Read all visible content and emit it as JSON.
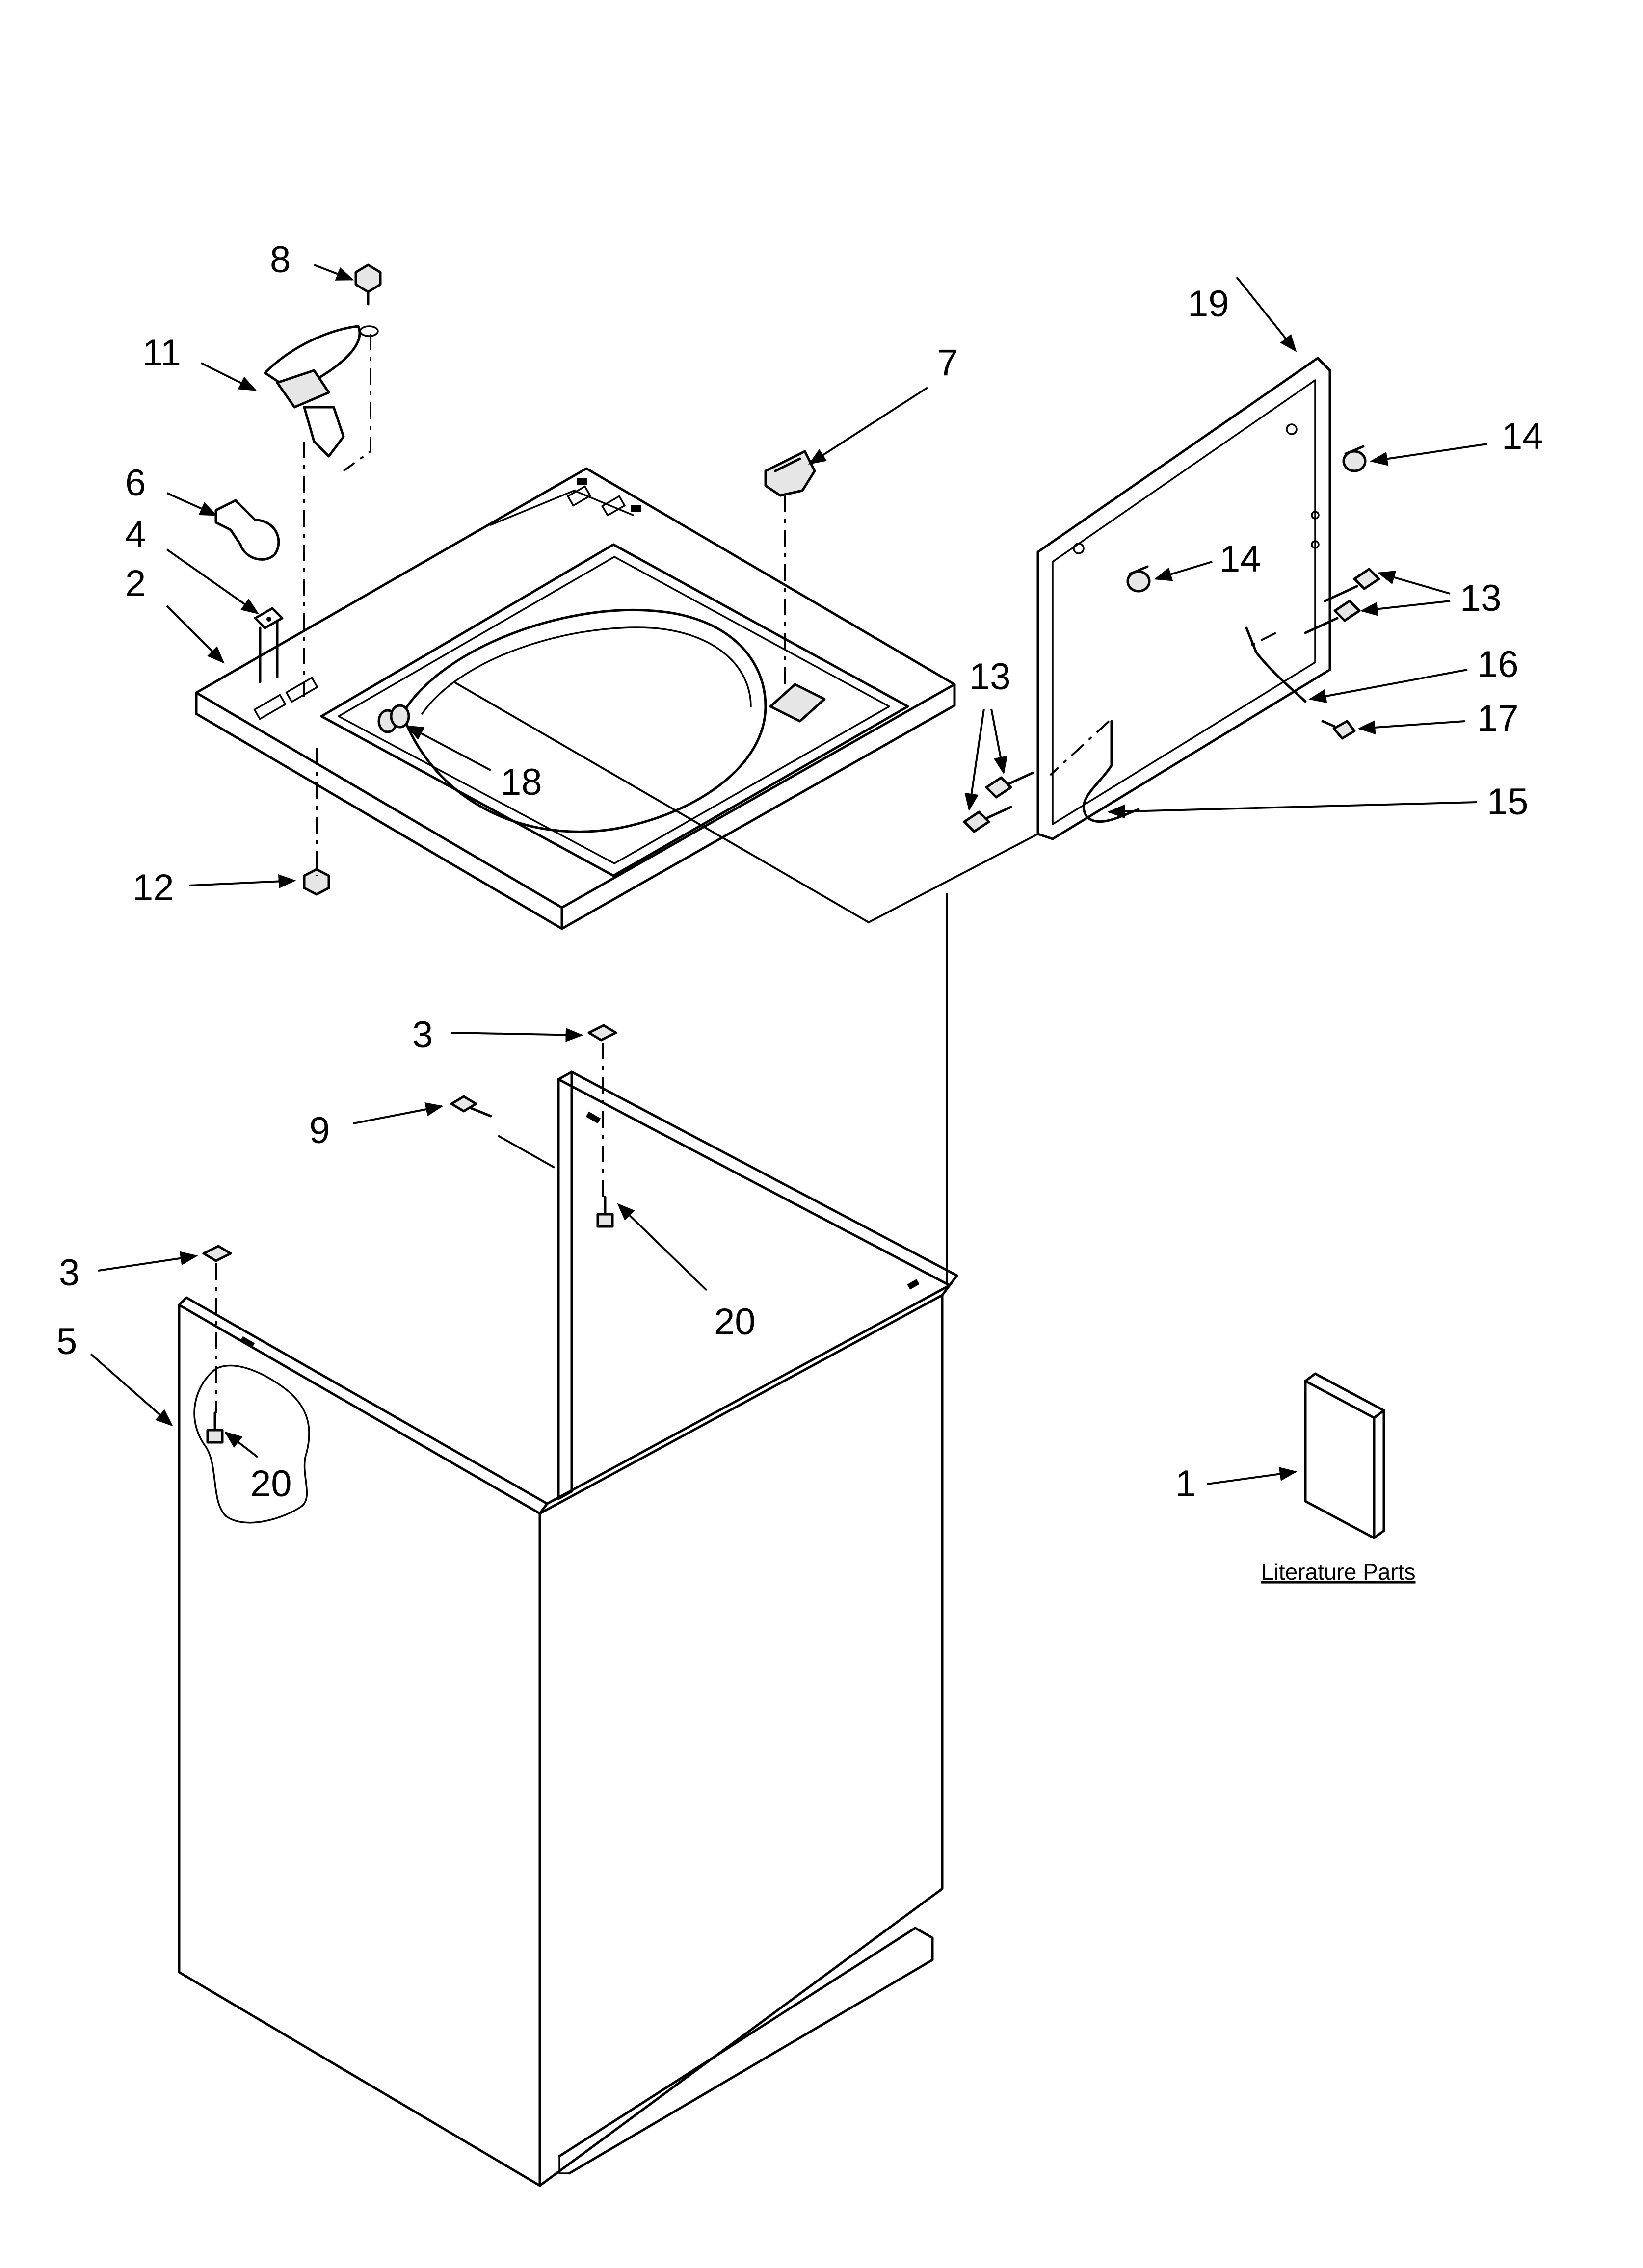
{
  "diagram": {
    "callouts": {
      "c8": "8",
      "c11": "11",
      "c6": "6",
      "c4": "4",
      "c2": "2",
      "c7": "7",
      "c19": "19",
      "c14a": "14",
      "c14b": "14",
      "c13a": "13",
      "c13b": "13",
      "c16": "16",
      "c17": "17",
      "c15": "15",
      "c18": "18",
      "c12": "12",
      "c3a": "3",
      "c9": "9",
      "c3b": "3",
      "c5": "5",
      "c20a": "20",
      "c20b": "20",
      "c1": "1"
    },
    "literature_label": "Literature Parts"
  }
}
